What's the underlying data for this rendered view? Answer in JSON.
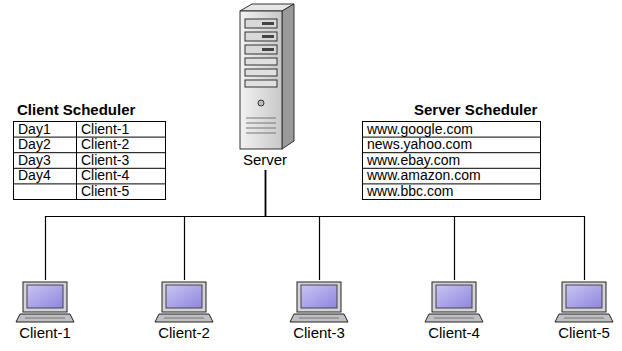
{
  "diagram": {
    "nodes": [
      {
        "text": [
          "Server"
        ]
      },
      {
        "text": [
          "Client-1"
        ]
      },
      {
        "text": [
          "Client-2"
        ]
      },
      {
        "text": [
          "Client-3"
        ]
      },
      {
        "text": [
          "Client-4"
        ]
      },
      {
        "text": [
          "Client-5"
        ]
      }
    ],
    "edges": [
      {
        "from": 0,
        "to": 1,
        "arrow": "none"
      },
      {
        "from": 0,
        "to": 2,
        "arrow": "none"
      },
      {
        "from": 0,
        "to": 3,
        "arrow": "none"
      },
      {
        "from": 0,
        "to": 4,
        "arrow": "none"
      },
      {
        "from": 0,
        "to": 5,
        "arrow": "none"
      }
    ],
    "labels": [
      "Client Scheduler",
      "Day1",
      "Client-1",
      "Day2",
      "Client-2",
      "Day3",
      "Client-3",
      "Day4",
      "Client-4",
      "Client-5",
      "Server Scheduler",
      "www.google.com",
      "news.yahoo.com",
      "www.ebay.com",
      "www.amazon.com",
      "www.bbc.com"
    ]
  }
}
